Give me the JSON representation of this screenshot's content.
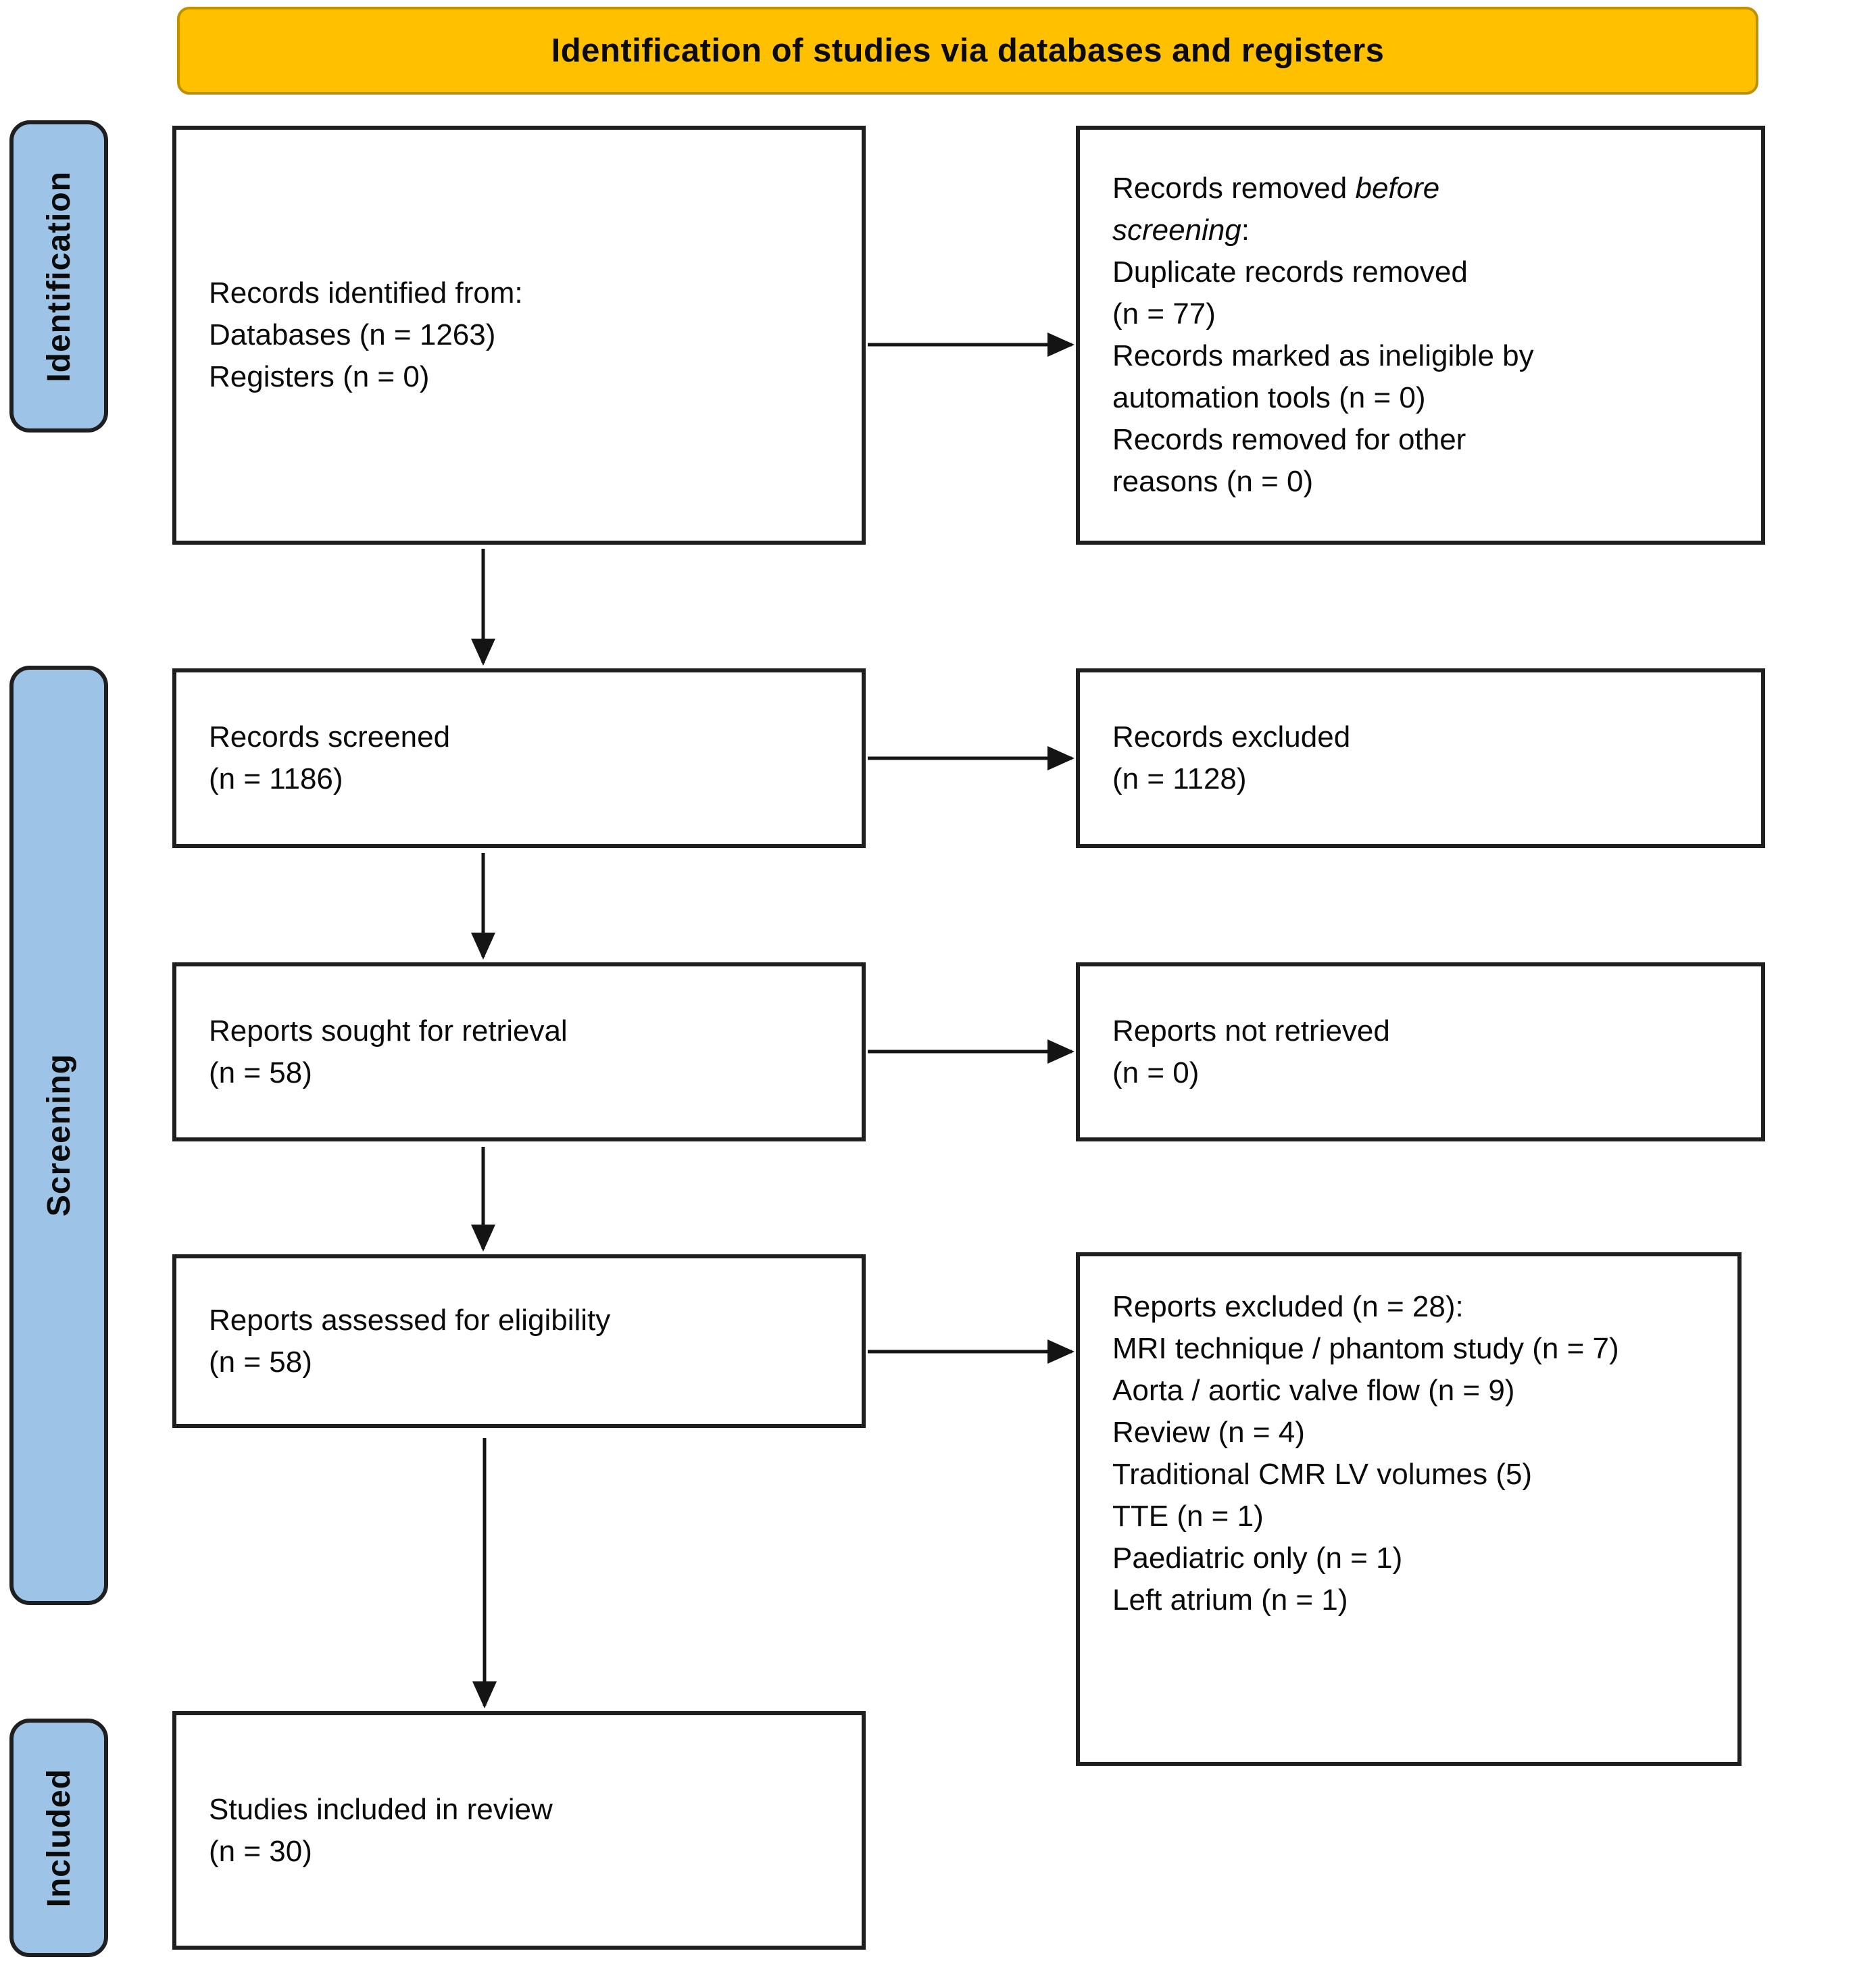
{
  "banner": {
    "title": "Identification of studies via databases and registers"
  },
  "sidebar": {
    "labels": [
      "Identification",
      "Screening",
      "Included"
    ]
  },
  "flow": {
    "records_identified": {
      "lines": [
        "Records identified from:",
        "Databases (n = 1263)",
        "Registers (n = 0)"
      ]
    },
    "records_removed": {
      "title_regular": "Records removed ",
      "title_italic": "before",
      "title_italic_2": "screening",
      "title_colon": ":",
      "lines": [
        "Duplicate records removed",
        "(n = 77)",
        "Records marked as ineligible by",
        "automation tools (n = 0)",
        "Records removed for other",
        "reasons (n = 0)"
      ]
    },
    "records_screened": {
      "lines": [
        "Records screened",
        "(n = 1186)"
      ]
    },
    "records_excluded": {
      "lines": [
        "Records excluded",
        "(n = 1128)"
      ]
    },
    "reports_sought": {
      "lines": [
        "Reports sought for retrieval",
        "(n = 58)"
      ]
    },
    "reports_not_retrieved": {
      "lines": [
        "Reports not retrieved",
        "(n = 0)"
      ]
    },
    "reports_assessed": {
      "lines": [
        "Reports assessed for eligibility",
        "(n = 58)"
      ]
    },
    "reports_excluded": {
      "lines": [
        "Reports excluded (n = 28):",
        "MRI technique / phantom study (n = 7)",
        "Aorta / aortic valve flow (n = 9)",
        "Review (n = 4)",
        "Traditional CMR LV volumes (5)",
        "TTE (n = 1)",
        "Paediatric only (n = 1)",
        "Left atrium (n = 1)"
      ]
    },
    "studies_included": {
      "lines": [
        "Studies included in review",
        "(n = 30)"
      ]
    }
  },
  "colors": {
    "banner_fill": "#FFC000",
    "banner_border": "#BF9000",
    "stage_fill": "#9DC3E6",
    "ink": "#1F1F1F",
    "arrow": "#141414"
  }
}
